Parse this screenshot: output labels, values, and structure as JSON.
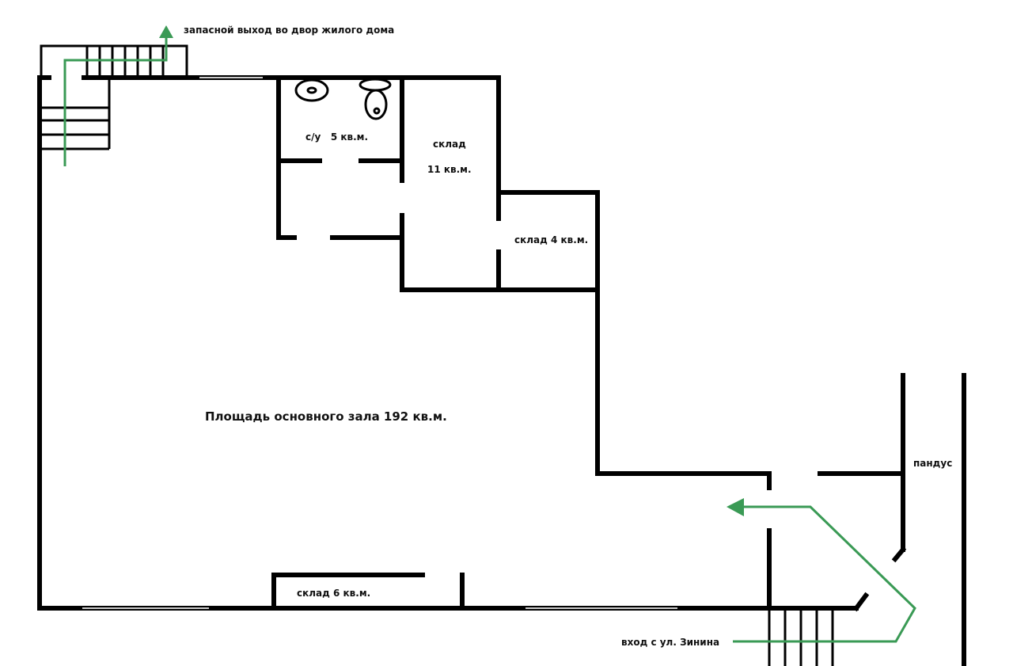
{
  "labels": {
    "emergency_exit": "запасной выход во двор жилого дома",
    "wc": "с/у   5 кв.м.",
    "storage_11_title": "склад",
    "storage_11_area": "11 кв.м.",
    "storage_4": "склад 4 кв.м.",
    "main_hall": "Площадь основного зала 192 кв.м.",
    "ramp": "пандус",
    "storage_6": "склад 6 кв.м.",
    "entrance": "вход с ул. Зинина"
  },
  "colors": {
    "wall": "#000000",
    "arrow": "#3a9a55",
    "background": "#ffffff"
  }
}
